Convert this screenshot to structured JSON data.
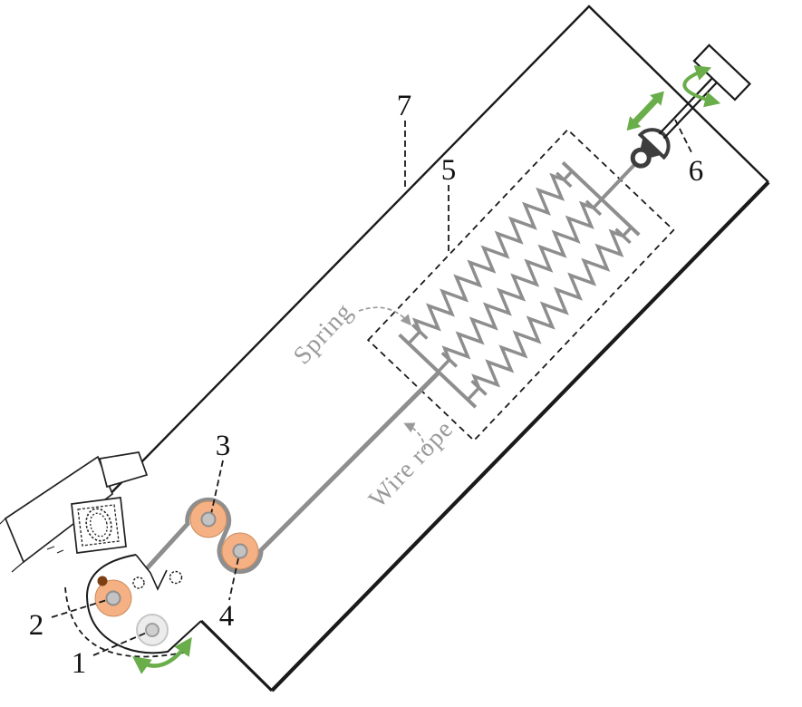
{
  "figure": {
    "kind": "mechanical-schematic",
    "part_labels": {
      "n1": "1",
      "n2": "2",
      "n3": "3",
      "n4": "4",
      "n5": "5",
      "n6": "6",
      "n7": "7"
    },
    "annotations": {
      "spring": "Spring",
      "wire_rope": "Wire rope"
    },
    "colors": {
      "line_black": "#1a1a1a",
      "rope_gray": "#8e8e8e",
      "annotation_gray": "#9a9a9a",
      "pulley_orange": "#f5b183",
      "pulley_edge": "#c98c5f",
      "hub_gray": "#c3c3c3",
      "drum_light": "#ececec",
      "shackle_dark": "#3d3d3d",
      "arrow_green": "#6aad4b",
      "anchor_brown": "#7d3f12"
    }
  }
}
